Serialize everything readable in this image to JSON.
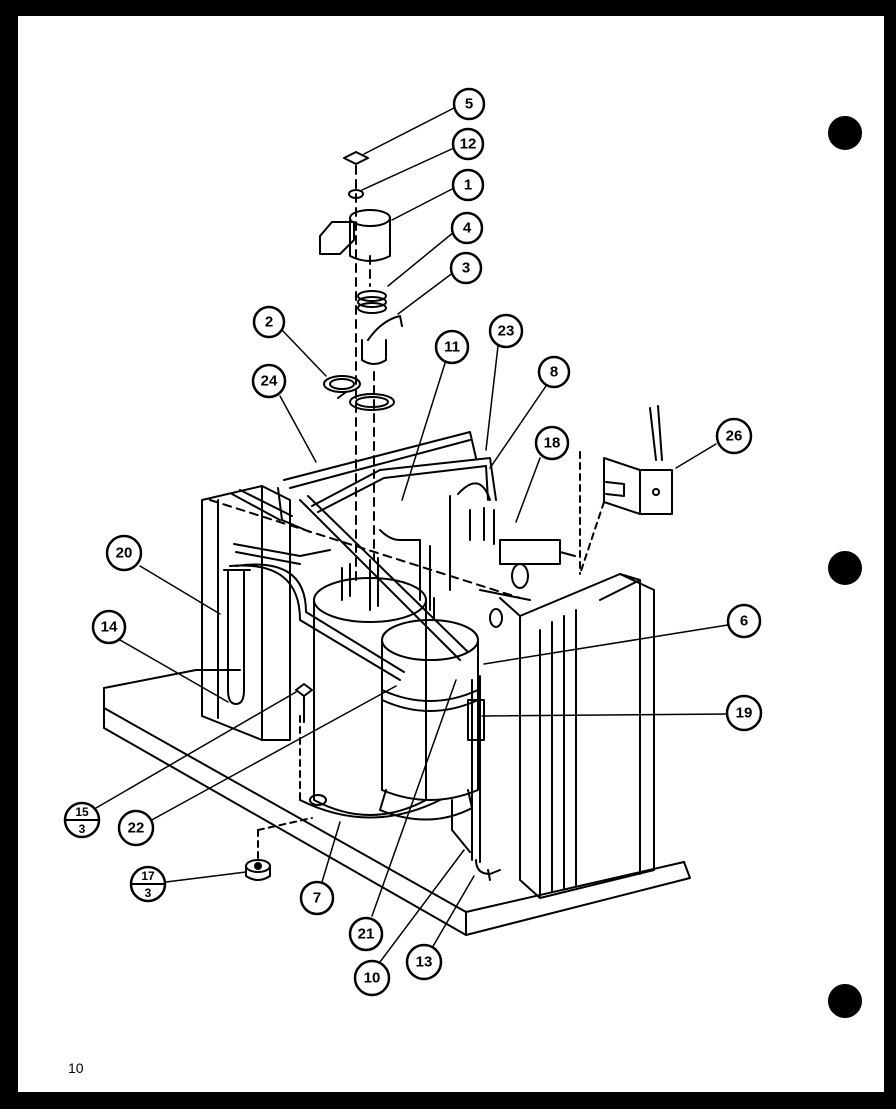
{
  "page_number": "10",
  "callouts": {
    "c1": "1",
    "c2": "2",
    "c3": "3",
    "c4": "4",
    "c5": "5",
    "c6": "6",
    "c7": "7",
    "c8": "8",
    "c10": "10",
    "c11": "11",
    "c12": "12",
    "c13": "13",
    "c14": "14",
    "c18": "18",
    "c19": "19",
    "c20": "20",
    "c21": "21",
    "c22": "22",
    "c23": "23",
    "c24": "24",
    "c26": "26",
    "c15_top": "15",
    "c15_bot": "3",
    "c17_top": "17",
    "c17_bot": "3"
  }
}
